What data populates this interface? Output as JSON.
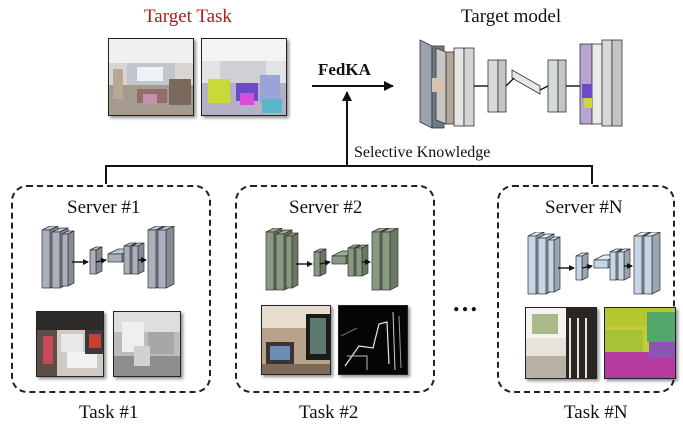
{
  "target_task": {
    "title": "Target Task",
    "title_color": "#b31b1b"
  },
  "target_model": {
    "title": "Target model"
  },
  "method": {
    "label": "FedKA",
    "selective_label": "Selective Knowledge"
  },
  "servers": [
    {
      "title": "Server #1",
      "task_label": "Task #1",
      "network_color": "#aab1bd",
      "images": [
        "rgb-photo-icon",
        "depth-map-icon"
      ]
    },
    {
      "title": "Server #2",
      "task_label": "Task #2",
      "network_color": "#8a9a80",
      "images": [
        "rgb-photo-icon",
        "edge-map-icon"
      ]
    },
    {
      "title": "Server #N",
      "task_label": "Task #N",
      "network_color": "#c6d6e6",
      "images": [
        "rgb-photo-icon",
        "segmentation-map-icon"
      ]
    }
  ],
  "ellipsis": "…",
  "colors": {
    "box_border": "#222222",
    "text": "#111111"
  }
}
